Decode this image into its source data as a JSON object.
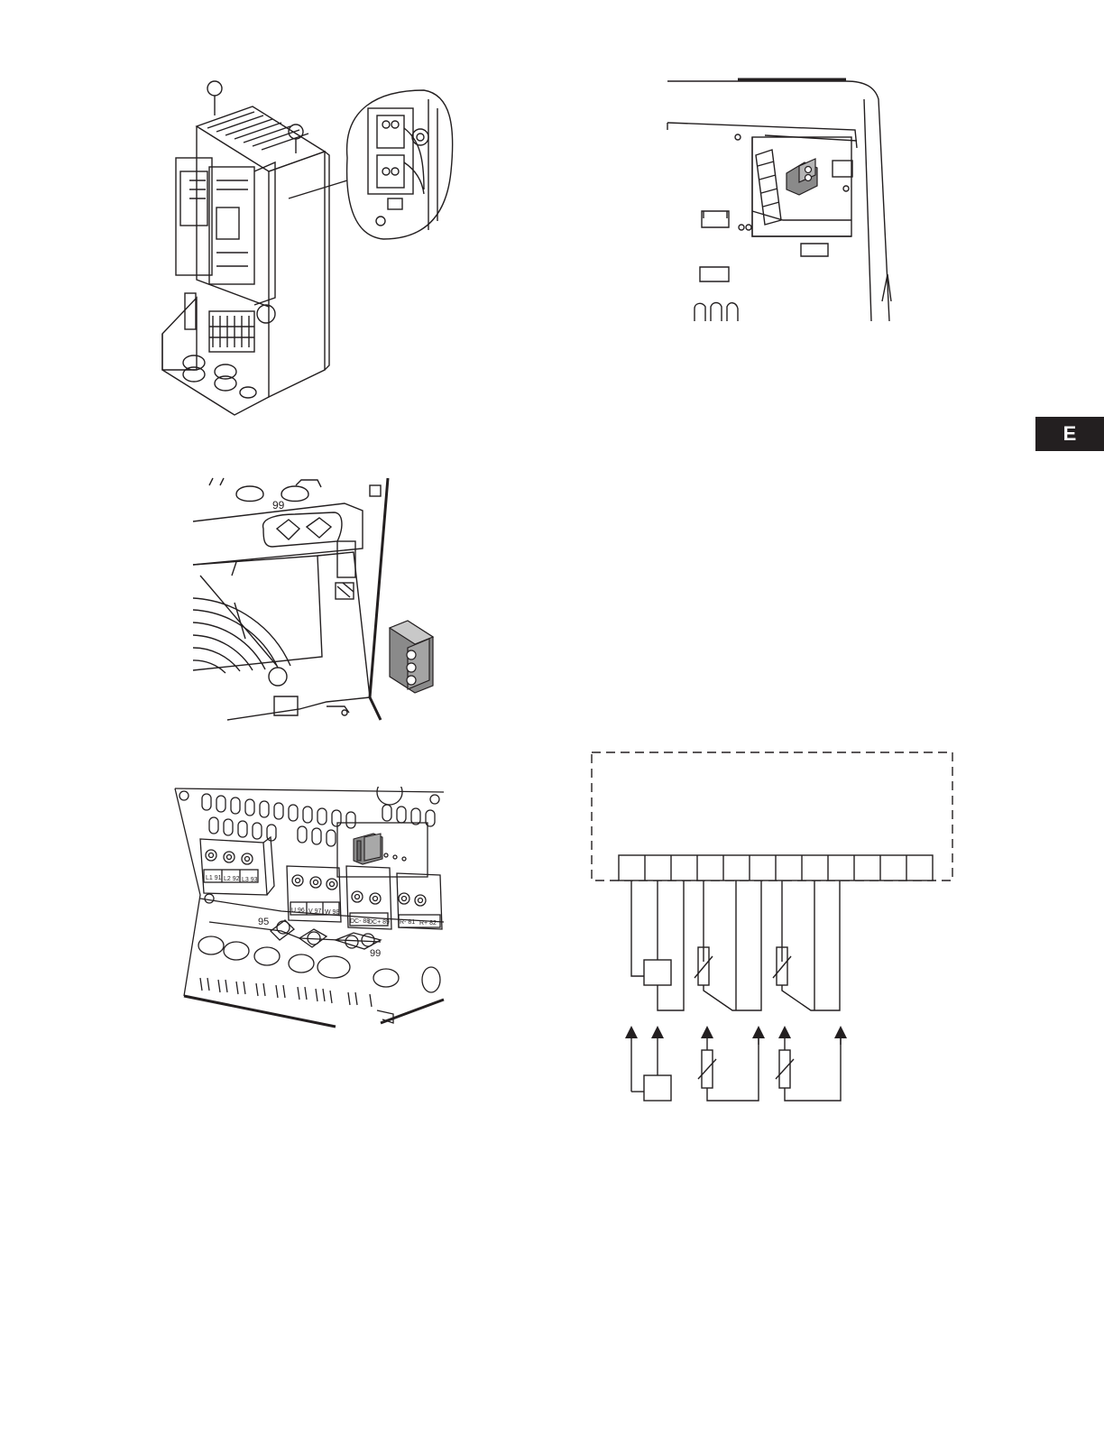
{
  "side_tab": {
    "label": "E"
  },
  "fig2": {
    "label_99": "99"
  },
  "fig3": {
    "label_95": "95",
    "label_99": "99",
    "terminals_left": [
      "L1 91",
      "L2 92",
      "L3 93"
    ],
    "terminals_motor": [
      "U 96",
      "V 97",
      "W 98"
    ],
    "terminals_dc": [
      "DC- 88",
      "DC+ 89"
    ],
    "terminals_brake": [
      "R- 81",
      "R+ 82"
    ]
  },
  "colors": {
    "ink": "#231f20",
    "tab_background": "#231f20",
    "tab_text": "#ffffff",
    "connector_fill": "#8a8a8a"
  }
}
